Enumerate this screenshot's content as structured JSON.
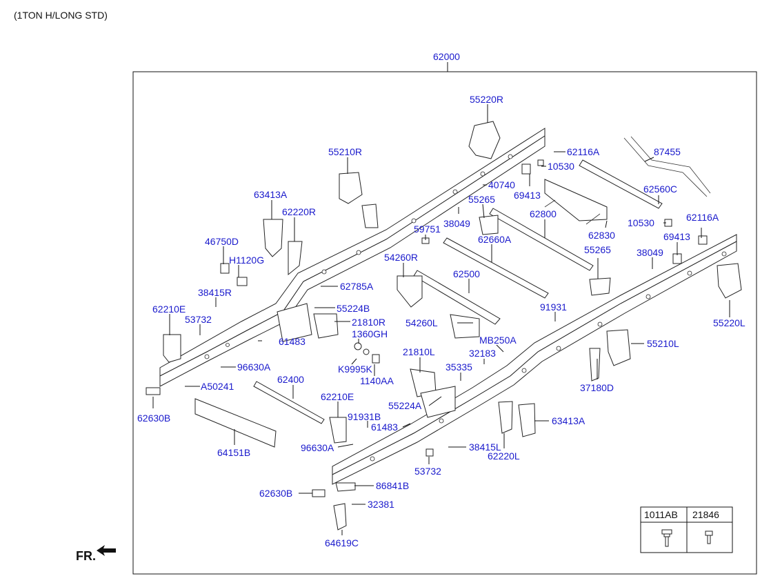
{
  "header": {
    "variant": "(1TON H/LONG STD)"
  },
  "assembly": {
    "number": "62000"
  },
  "labels": {
    "55220R": "55220R",
    "62116A_top": "62116A",
    "87455": "87455",
    "55210R": "55210R",
    "10530_top": "10530",
    "40740": "40740",
    "69413_top": "69413",
    "62560C": "62560C",
    "63413A_top": "63413A",
    "55265_top": "55265",
    "62220R": "62220R",
    "38049_top": "38049",
    "62800": "62800",
    "10530_right": "10530",
    "62116A_right": "62116A",
    "59751": "59751",
    "62830": "62830",
    "46750D": "46750D",
    "62660A": "62660A",
    "69413_right": "69413",
    "H1120G": "H1120G",
    "54260R": "54260R",
    "55265_mid": "55265",
    "38049_right": "38049",
    "62785A": "62785A",
    "62500": "62500",
    "38415R": "38415R",
    "55224B": "55224B",
    "62210E_left": "62210E",
    "91931": "91931",
    "53732_left": "53732",
    "21810R": "21810R",
    "54260L": "54260L",
    "55220L": "55220L",
    "1360GH": "1360GH",
    "MB250A": "MB250A",
    "61483_left": "61483",
    "55210L": "55210L",
    "32183": "32183",
    "21810L": "21810L",
    "96630A_left": "96630A",
    "K9995K": "K9995K",
    "35335": "35335",
    "1140AA": "1140AA",
    "62400": "62400",
    "A50241": "A50241",
    "37180D": "37180D",
    "62210E_mid": "62210E",
    "55224A": "55224A",
    "91931B": "91931B",
    "62630B_left": "62630B",
    "63413A_right": "63413A",
    "61483_mid": "61483",
    "38415L": "38415L",
    "96630A_mid": "96630A",
    "64151B": "64151B",
    "62220L": "62220L",
    "53732_bottom": "53732",
    "86841B": "86841B",
    "62630B_bottom": "62630B",
    "32381": "32381",
    "64619C": "64619C"
  },
  "legend_table": {
    "col1": "1011AB",
    "col2": "21846"
  },
  "direction": {
    "label": "FR."
  }
}
